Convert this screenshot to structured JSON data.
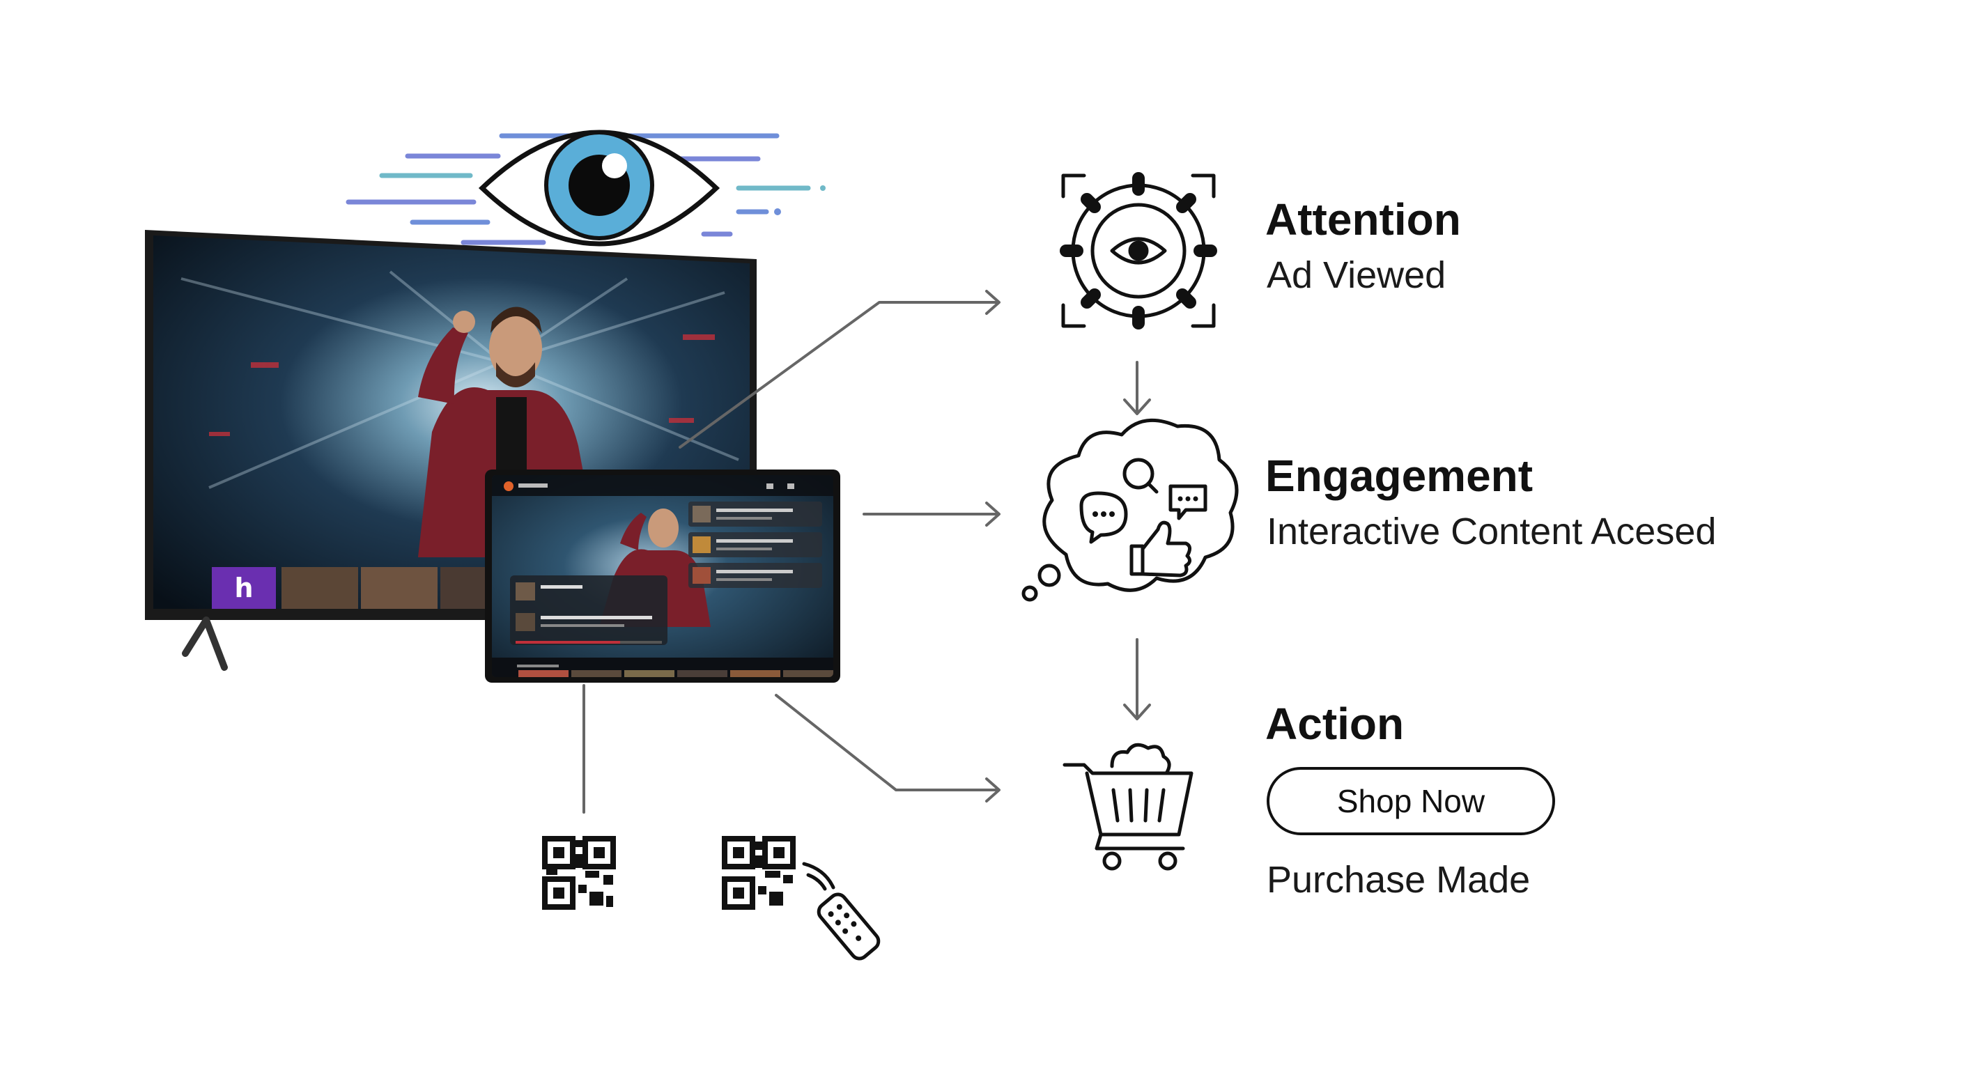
{
  "stages": {
    "attention": {
      "title": "Attention",
      "subtitle": "Ad Viewed",
      "icon": "gear-eye-icon"
    },
    "engagement": {
      "title": "Engagement",
      "subtitle": "Interactive Content Acesed",
      "icon": "thought-bubble-chat-like-icon"
    },
    "action": {
      "title": "Action",
      "button_label": "Shop Now",
      "subtitle": "Purchase Made",
      "icon": "shopping-cart-icon"
    }
  },
  "left_visuals": {
    "eye_icon": "eye-icon",
    "tv": "large-tv",
    "tablet": "tablet-overlay",
    "qr_codes": [
      "qr-code-icon",
      "qr-code-remote-icon"
    ]
  },
  "colors": {
    "accent_blue": "#5b8fd6",
    "eye_iris": "#5aaed8",
    "brand_purple": "#6a2fb0",
    "accent_red": "#c0303a",
    "line_gray": "#666666"
  }
}
